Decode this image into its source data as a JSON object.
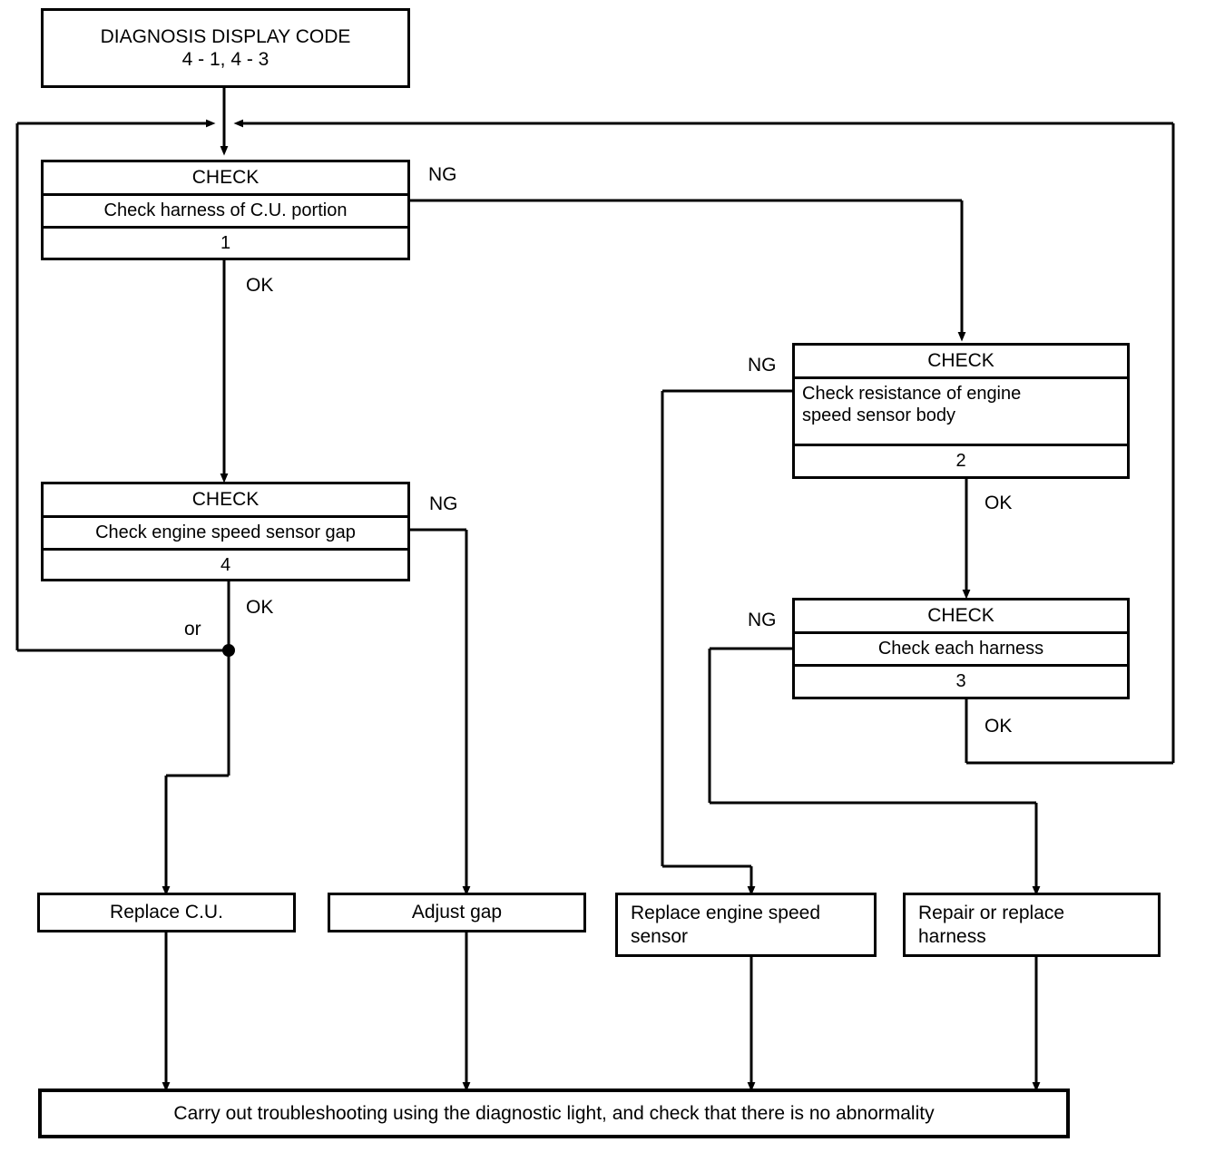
{
  "diagram": {
    "type": "flowchart",
    "title_box": {
      "line1": "DIAGNOSIS DISPLAY CODE",
      "line2": "4 - 1, 4 - 3"
    },
    "checks": [
      {
        "id": "check-1",
        "head": "CHECK",
        "body": "Check harness of C.U. portion",
        "number": "1",
        "ok_label": "OK",
        "ng_label": "NG"
      },
      {
        "id": "check-2",
        "head": "CHECK",
        "body_line1": "Check resistance of engine",
        "body_line2": "speed sensor body",
        "number": "2",
        "ok_label": "OK",
        "ng_label": "NG"
      },
      {
        "id": "check-3",
        "head": "CHECK",
        "body": "Check each harness",
        "number": "3",
        "ok_label": "OK",
        "ng_label": "NG"
      },
      {
        "id": "check-4",
        "head": "CHECK",
        "body": "Check engine speed sensor gap",
        "number": "4",
        "ok_label": "OK",
        "ng_label": "NG",
        "or_label": "or"
      }
    ],
    "actions": [
      {
        "id": "replace-cu",
        "label": "Replace C.U."
      },
      {
        "id": "adjust-gap",
        "label": "Adjust gap"
      },
      {
        "id": "replace-sensor",
        "line1": "Replace engine speed",
        "line2": "sensor"
      },
      {
        "id": "repair-harness",
        "line1": "Repair or replace",
        "line2": "harness"
      }
    ],
    "final_box": {
      "label": "Carry out troubleshooting using the diagnostic light, and check that there is no abnormality"
    },
    "colors": {
      "line": "#000000",
      "background": "#ffffff",
      "text": "#000000"
    }
  }
}
